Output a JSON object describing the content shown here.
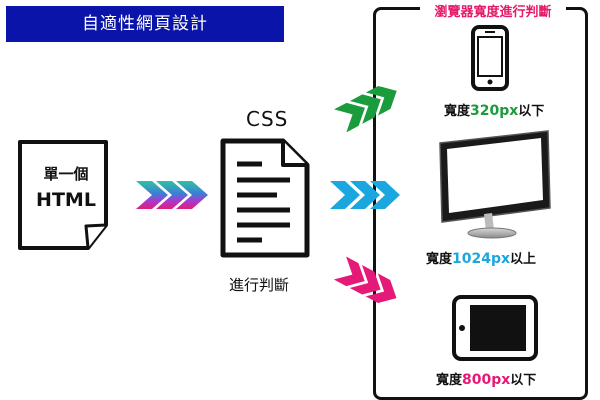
{
  "title": "自適性網頁設計",
  "frame_title": "瀏覽器寬度進行判斷",
  "html_doc": {
    "line1": "單一個",
    "line2": "HTML"
  },
  "css_doc": {
    "label": "CSS",
    "caption": "進行判斷"
  },
  "devices": [
    {
      "icon": "smartphone-icon",
      "prefix": "寬度",
      "value": "320px",
      "suffix": "以下",
      "color": "#1a9b3c"
    },
    {
      "icon": "desktop-monitor-icon",
      "prefix": "寬度",
      "value": "1024px",
      "suffix": "以上",
      "color": "#1aa7e0"
    },
    {
      "icon": "tablet-icon",
      "prefix": "寬度",
      "value": "800px",
      "suffix": "以下",
      "color": "#e51a78"
    }
  ],
  "colors": {
    "title_bg": "#0b14a8",
    "arrow_gradient": [
      "#2fc3a0",
      "#3a7fd8",
      "#a43bd0",
      "#e51a78"
    ],
    "arrow_green": "#1a9b3c",
    "arrow_blue": "#1aa7e0",
    "arrow_pink": "#e51a78"
  }
}
